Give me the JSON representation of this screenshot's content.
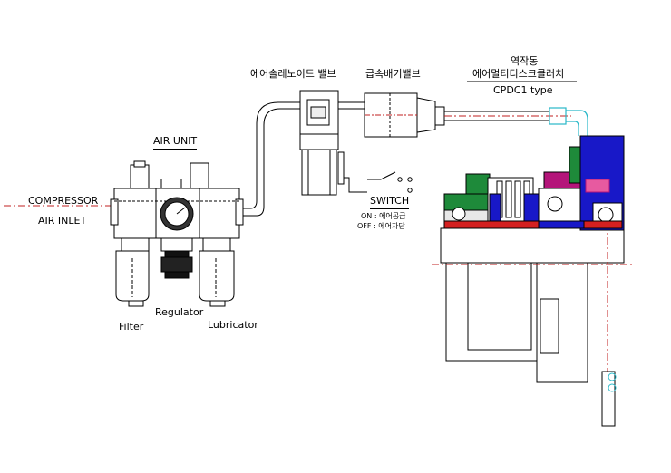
{
  "labels": {
    "solenoid_valve": "에어솔레노이드 밸브",
    "quick_exhaust_valve": "급속배기밸브",
    "clutch_line1": "역작동",
    "clutch_line2": "에어멀티디스크클러치",
    "clutch_model": "CPDC1  type",
    "air_unit": "AIR  UNIT",
    "compressor": "COMPRESSOR",
    "air_inlet": "AIR  INLET",
    "switch": "SWITCH",
    "switch_on": "ON  :  에어공급",
    "switch_off": "OFF  :  에어차단",
    "filter": "Filter",
    "regulator": "Regulator",
    "lubricator": "Lubricator"
  },
  "colors": {
    "red": "#d42020",
    "blue": "#1818c8",
    "green": "#1e8a3a",
    "magenta": "#b4157a",
    "cyan": "#29b8c8",
    "pink": "#e75aa0"
  }
}
